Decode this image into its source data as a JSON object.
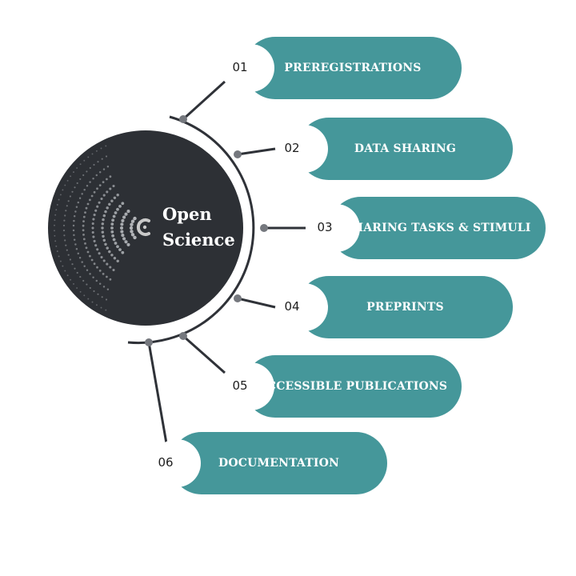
{
  "title": {
    "line1": "Open",
    "line2": "Science"
  },
  "colors": {
    "pill": "#45979a",
    "circle": "#2d3035",
    "connector": "#2f3238",
    "node": "#75787e"
  },
  "items": [
    {
      "number": "01",
      "label": "PREREGISTRATIONS"
    },
    {
      "number": "02",
      "label": "DATA SHARING"
    },
    {
      "number": "03",
      "label": "SHARING TASKS & STIMULI"
    },
    {
      "number": "04",
      "label": "PREPRINTS"
    },
    {
      "number": "05",
      "label": "ACCESSIBLE PUBLICATIONS"
    },
    {
      "number": "06",
      "label": "DOCUMENTATION"
    }
  ]
}
